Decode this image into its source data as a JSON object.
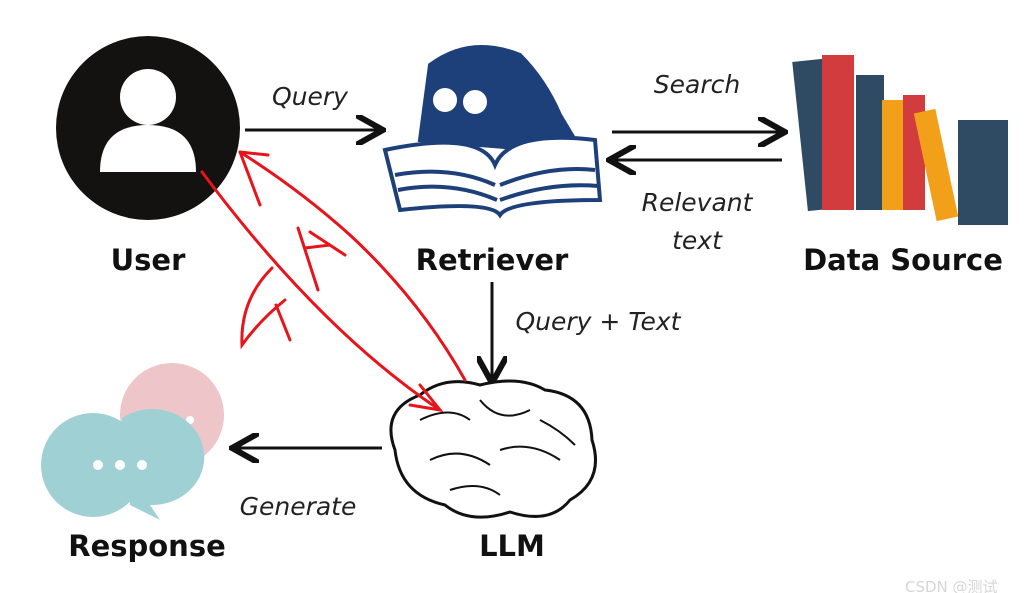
{
  "nodes": {
    "user": {
      "label": "User",
      "icon": "user-avatar-icon"
    },
    "retriever": {
      "label": "Retriever",
      "icon": "reading-man-book-icon"
    },
    "data_source": {
      "label": "Data Source",
      "icon": "books-icon"
    },
    "llm": {
      "label": "LLM",
      "icon": "brain-icon"
    },
    "response": {
      "label": "Response",
      "icon": "chat-bubbles-icon"
    }
  },
  "edges": {
    "query": "Query",
    "search": "Search",
    "relevant_text_1": "Relevant",
    "relevant_text_2": "text",
    "query_text": "Query + Text",
    "generate": "Generate"
  },
  "colors": {
    "annotation": "#e8141b",
    "retriever_blue": "#1d3f7a",
    "bubble_pink": "#eec5c8",
    "bubble_teal": "#9fd1d4"
  },
  "watermark": "CSDN @测试"
}
